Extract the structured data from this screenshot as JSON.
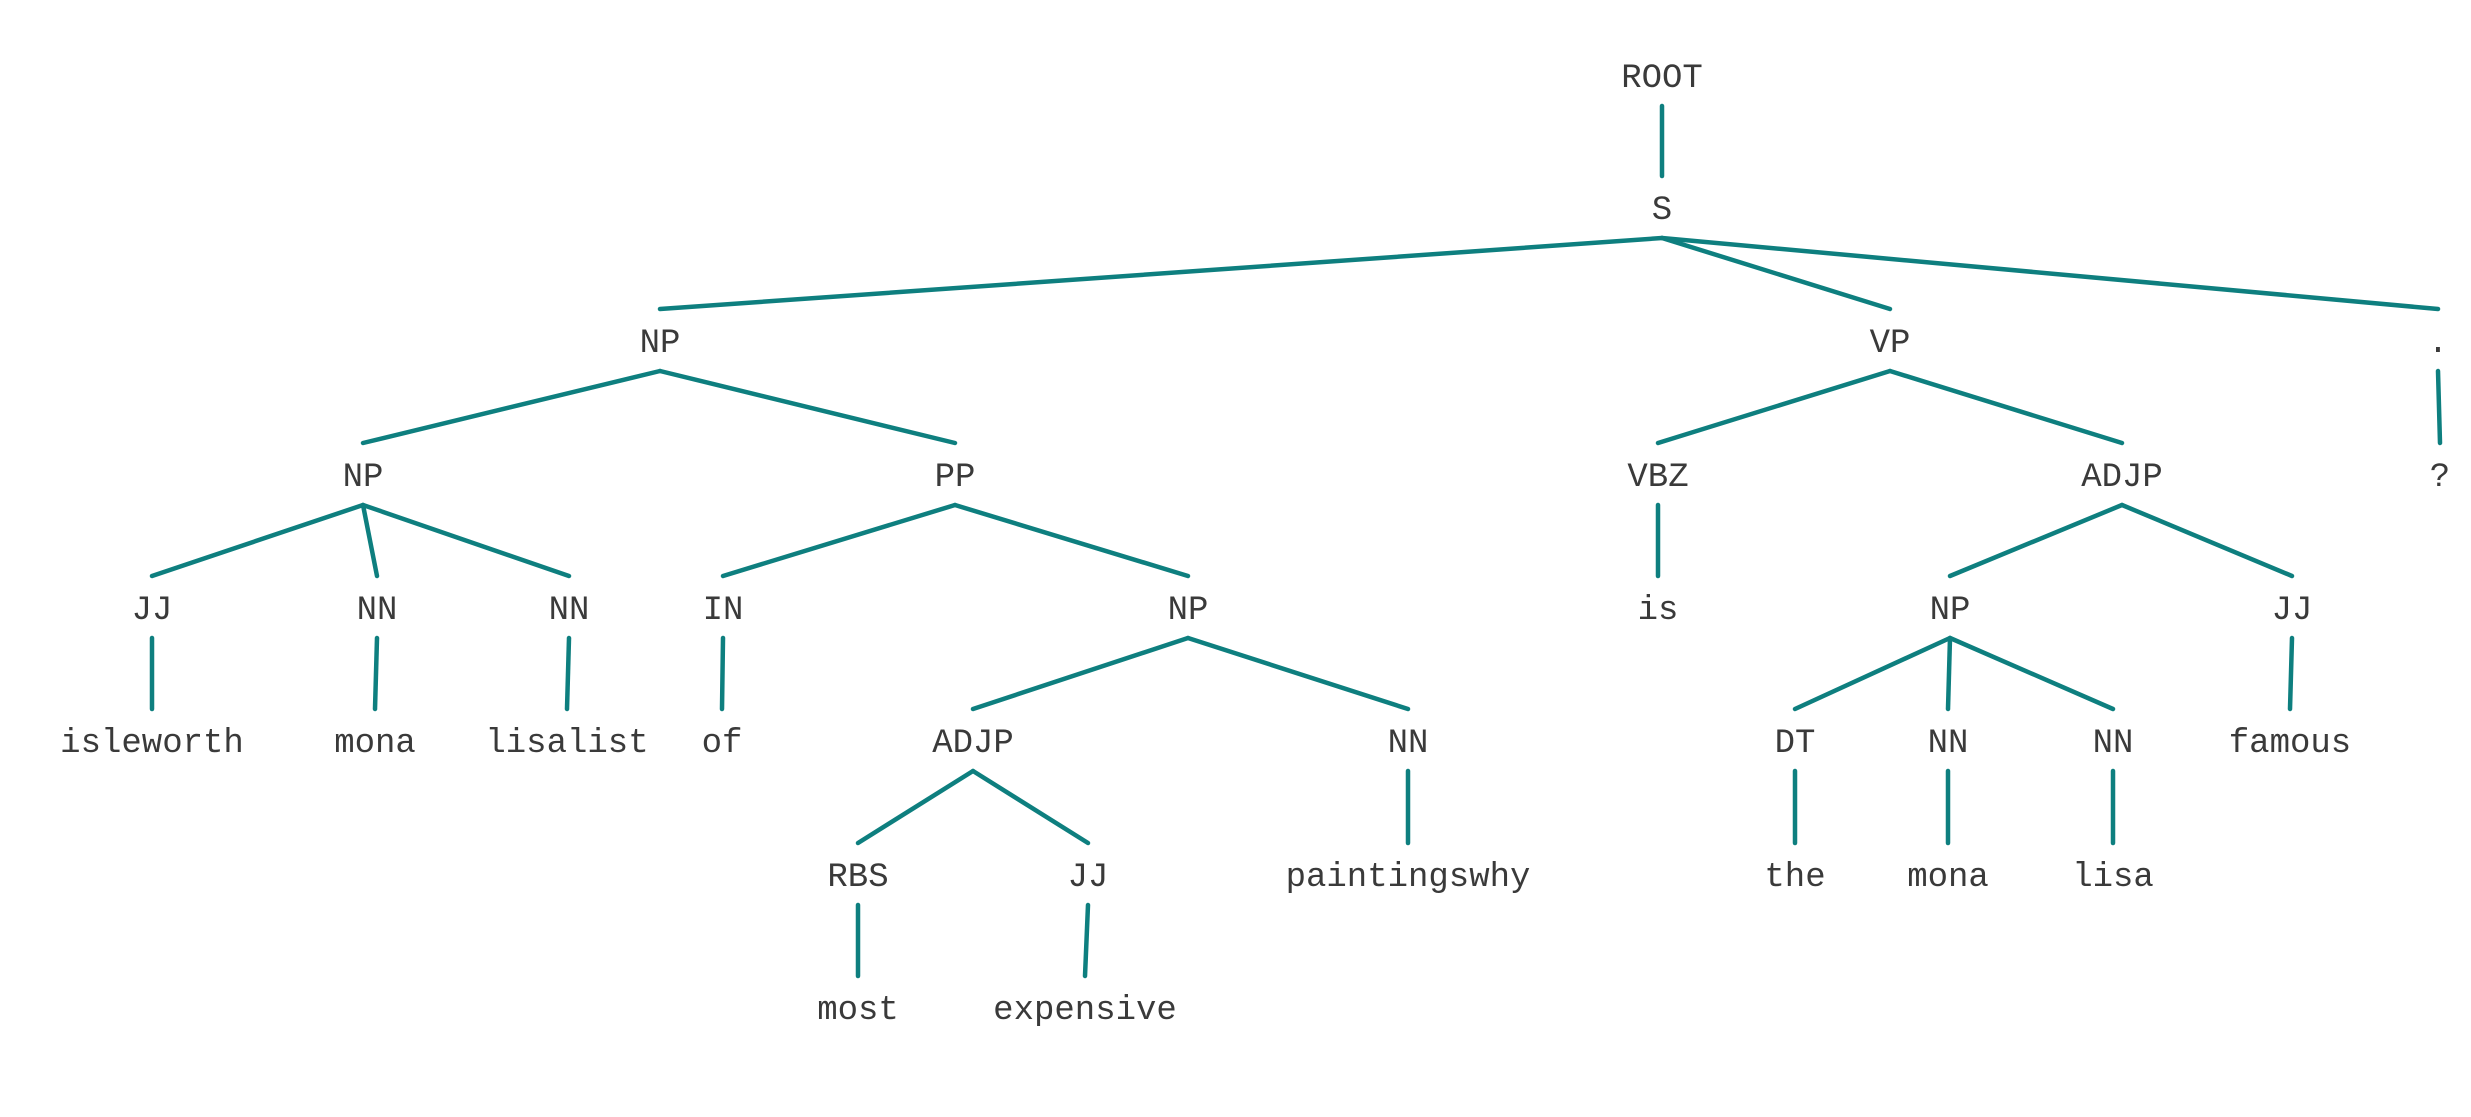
{
  "diagram": {
    "type": "constituency-parse-tree",
    "edge_color": "#0e7f7f",
    "text_color": "#3a3a3a",
    "nodes": [
      {
        "id": "root",
        "label": "ROOT",
        "parent": null
      },
      {
        "id": "s",
        "label": "S",
        "parent": "root"
      },
      {
        "id": "np1",
        "label": "NP",
        "parent": "s"
      },
      {
        "id": "vp",
        "label": "VP",
        "parent": "s"
      },
      {
        "id": "punct",
        "label": ".",
        "parent": "s"
      },
      {
        "id": "np2",
        "label": "NP",
        "parent": "np1"
      },
      {
        "id": "pp",
        "label": "PP",
        "parent": "np1"
      },
      {
        "id": "jj1",
        "label": "JJ",
        "parent": "np2"
      },
      {
        "id": "nn1",
        "label": "NN",
        "parent": "np2"
      },
      {
        "id": "nn2",
        "label": "NN",
        "parent": "np2"
      },
      {
        "id": "w_isleworth",
        "label": "isleworth",
        "parent": "jj1"
      },
      {
        "id": "w_mona1",
        "label": "mona",
        "parent": "nn1"
      },
      {
        "id": "w_lisalist",
        "label": "lisalist",
        "parent": "nn2"
      },
      {
        "id": "in",
        "label": "IN",
        "parent": "pp"
      },
      {
        "id": "np3",
        "label": "NP",
        "parent": "pp"
      },
      {
        "id": "w_of",
        "label": "of",
        "parent": "in"
      },
      {
        "id": "adjp1",
        "label": "ADJP",
        "parent": "np3"
      },
      {
        "id": "nn3",
        "label": "NN",
        "parent": "np3"
      },
      {
        "id": "rbs",
        "label": "RBS",
        "parent": "adjp1"
      },
      {
        "id": "jj2",
        "label": "JJ",
        "parent": "adjp1"
      },
      {
        "id": "w_most",
        "label": "most",
        "parent": "rbs"
      },
      {
        "id": "w_expensive",
        "label": "expensive",
        "parent": "jj2"
      },
      {
        "id": "w_paintingswhy",
        "label": "paintingswhy",
        "parent": "nn3"
      },
      {
        "id": "vbz",
        "label": "VBZ",
        "parent": "vp"
      },
      {
        "id": "adjp2",
        "label": "ADJP",
        "parent": "vp"
      },
      {
        "id": "w_is",
        "label": "is",
        "parent": "vbz"
      },
      {
        "id": "np4",
        "label": "NP",
        "parent": "adjp2"
      },
      {
        "id": "jj3",
        "label": "JJ",
        "parent": "adjp2"
      },
      {
        "id": "dt",
        "label": "DT",
        "parent": "np4"
      },
      {
        "id": "nn4",
        "label": "NN",
        "parent": "np4"
      },
      {
        "id": "nn5",
        "label": "NN",
        "parent": "np4"
      },
      {
        "id": "w_the",
        "label": "the",
        "parent": "dt"
      },
      {
        "id": "w_mona2",
        "label": "mona",
        "parent": "nn4"
      },
      {
        "id": "w_lisa",
        "label": "lisa",
        "parent": "nn5"
      },
      {
        "id": "w_famous",
        "label": "famous",
        "parent": "jj3"
      },
      {
        "id": "w_q",
        "label": "?",
        "parent": "punct"
      }
    ]
  }
}
